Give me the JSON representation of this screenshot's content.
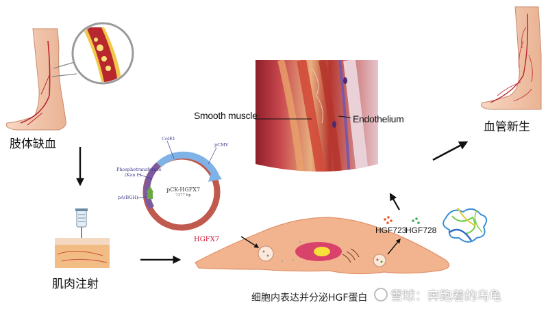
{
  "labels": {
    "limb_ischemia": "肢体缺血",
    "intramuscular_injection": "肌肉注射",
    "angiogenesis": "血管新生",
    "smooth_muscle": "Smooth muscle",
    "endothelium": "Endothelium",
    "hgf723": "HGF723",
    "hgf728": "HGF728",
    "caption": "细胞内表达并分泌HGF蛋白"
  },
  "plasmid": {
    "name": "pCK-HGFX7",
    "size": "7377 bp",
    "segments": {
      "cole1": "ColE1",
      "pcmv": "pCMV",
      "kan": "Phosphotransferase",
      "kan_sub": "(Kan r.)",
      "pa": "pA(BGH)",
      "gene": "HGFX7"
    }
  },
  "watermark": {
    "text": "雪球：奔跑着的乌龟"
  },
  "colors": {
    "blood": "#b8262e",
    "skin": "#f5c9ad",
    "plasmid_blue": "#7fb2e6",
    "plasmid_red": "#c0594e",
    "plasmid_purple": "#7b5aa0",
    "plasmid_green": "#6aa844",
    "cell": "#f2b48e",
    "nucleus": "#d9436b",
    "gene_label": "#c8102e"
  }
}
